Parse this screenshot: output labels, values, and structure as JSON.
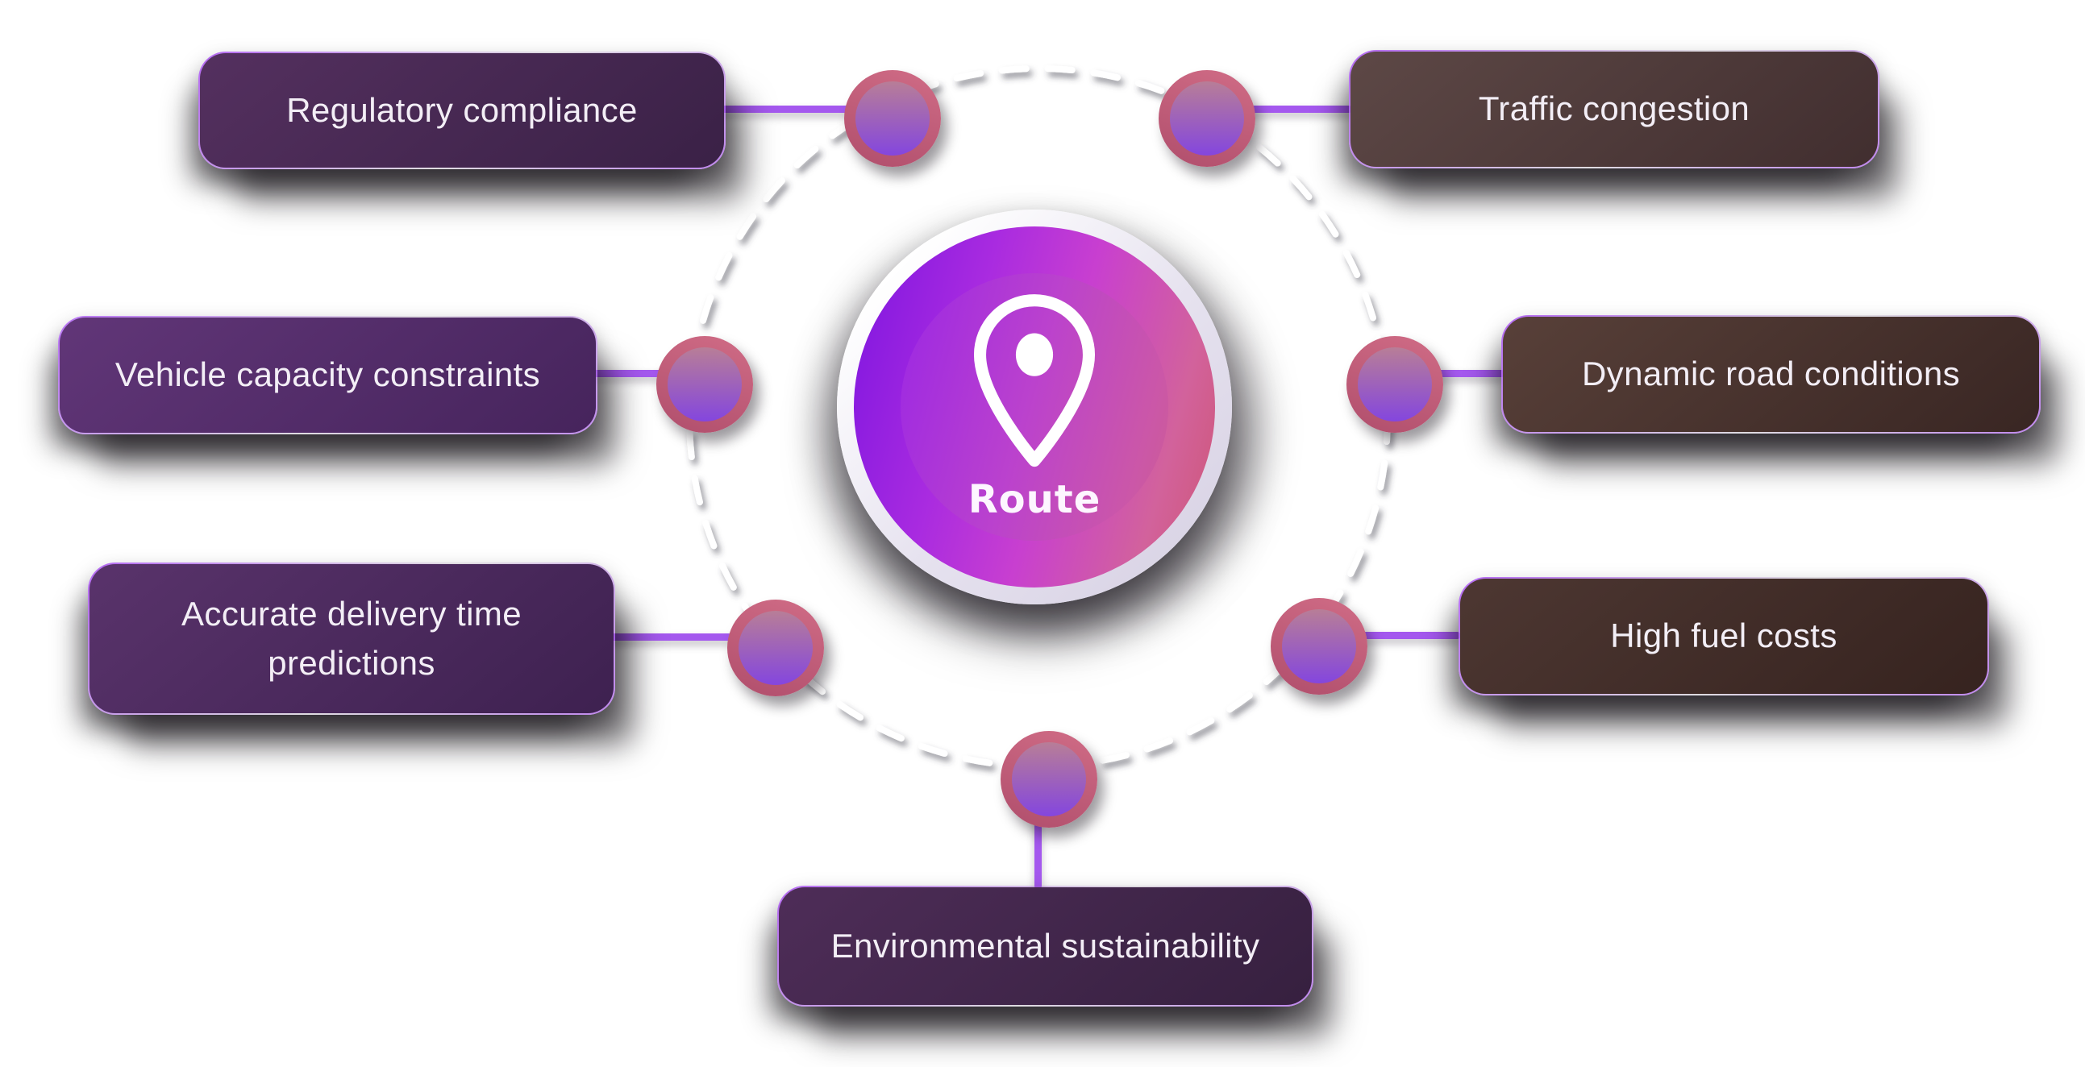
{
  "diagram": {
    "center": {
      "label": "Route",
      "icon": "location-pin-icon"
    },
    "nodes": [
      {
        "label": "Regulatory compliance",
        "position": "top-left",
        "colors": {
          "from": "#54305f",
          "to": "#3a2146",
          "edge": "#b469f2"
        }
      },
      {
        "label": "Traffic congestion",
        "position": "top-right",
        "colors": {
          "from": "#5d4846",
          "to": "#412e2f",
          "edge": "#b469f2"
        }
      },
      {
        "label": "Vehicle capacity constraints",
        "position": "middle-left",
        "colors": {
          "from": "#613678",
          "to": "#46245c",
          "edge": "#b874f4"
        }
      },
      {
        "label": "Dynamic road conditions",
        "position": "middle-right",
        "colors": {
          "from": "#584039",
          "to": "#392623",
          "edge": "#b469f2"
        }
      },
      {
        "label": "Accurate delivery time predictions",
        "position": "lower-left",
        "colors": {
          "from": "#59336b",
          "to": "#3e2150",
          "edge": "#b469f2"
        }
      },
      {
        "label": "High fuel costs",
        "position": "lower-right",
        "colors": {
          "from": "#4d3732",
          "to": "#36231f",
          "edge": "#b469f2"
        }
      },
      {
        "label": "Environmental sustainability",
        "position": "bottom",
        "colors": {
          "from": "#4e2d58",
          "to": "#36203f",
          "edge": "#b469f2"
        }
      }
    ],
    "palette": {
      "lines": {
        "connector": "#a458ee",
        "dash": "#ffffff"
      },
      "dot": {
        "ring_from": "#d06c86",
        "ring_to": "#b04e6c",
        "top": "#b87e97",
        "bottom": "#8446de"
      },
      "hub": {
        "ring": "#ffffff",
        "gradient_left": "#7d15e0",
        "gradient_right": "#ce5572",
        "text": "#fdf6ff"
      }
    }
  }
}
